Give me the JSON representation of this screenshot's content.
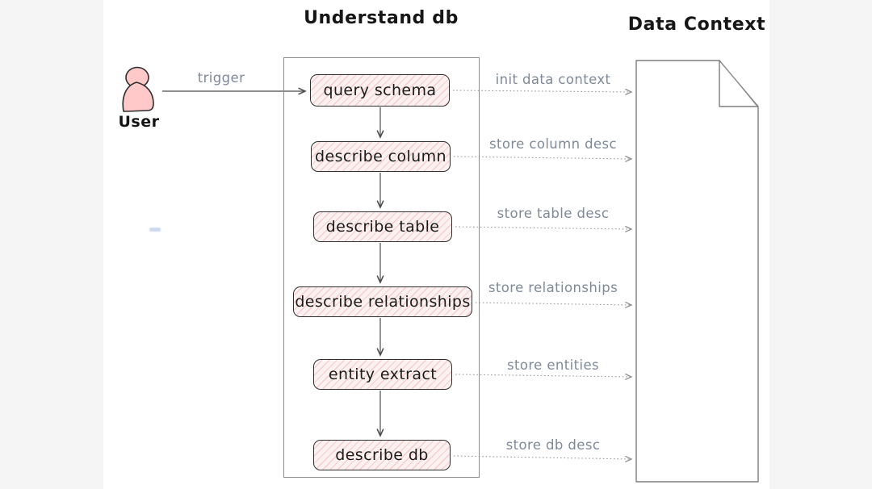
{
  "diagram": {
    "title": "Understand db",
    "data_context_title": "Data Context",
    "user": {
      "label": "User"
    },
    "trigger_label": "trigger",
    "steps": [
      {
        "label": "query schema",
        "arrow_label": "init data context"
      },
      {
        "label": "describe column",
        "arrow_label": "store column desc"
      },
      {
        "label": "describe table",
        "arrow_label": "store table desc"
      },
      {
        "label": "describe relationships",
        "arrow_label": "store relationships"
      },
      {
        "label": "entity extract",
        "arrow_label": "store entities"
      },
      {
        "label": "describe db",
        "arrow_label": "store db desc"
      }
    ],
    "colors": {
      "canvas": "#ffffff",
      "margin": "#f5f5f6",
      "box_fill": "#fcf1f1",
      "box_hachure": "#eea0a0",
      "box_border": "#2f2f2f",
      "user_fill": "#ffc9c9",
      "frame_stroke": "#8c8c8c",
      "document_stroke": "#7e7e7e",
      "solid_arrow": "#4d4d4d",
      "dotted_arrow": "#9b9b9b",
      "arrow_label_text": "#7e8a98",
      "title_text": "#161616"
    }
  }
}
